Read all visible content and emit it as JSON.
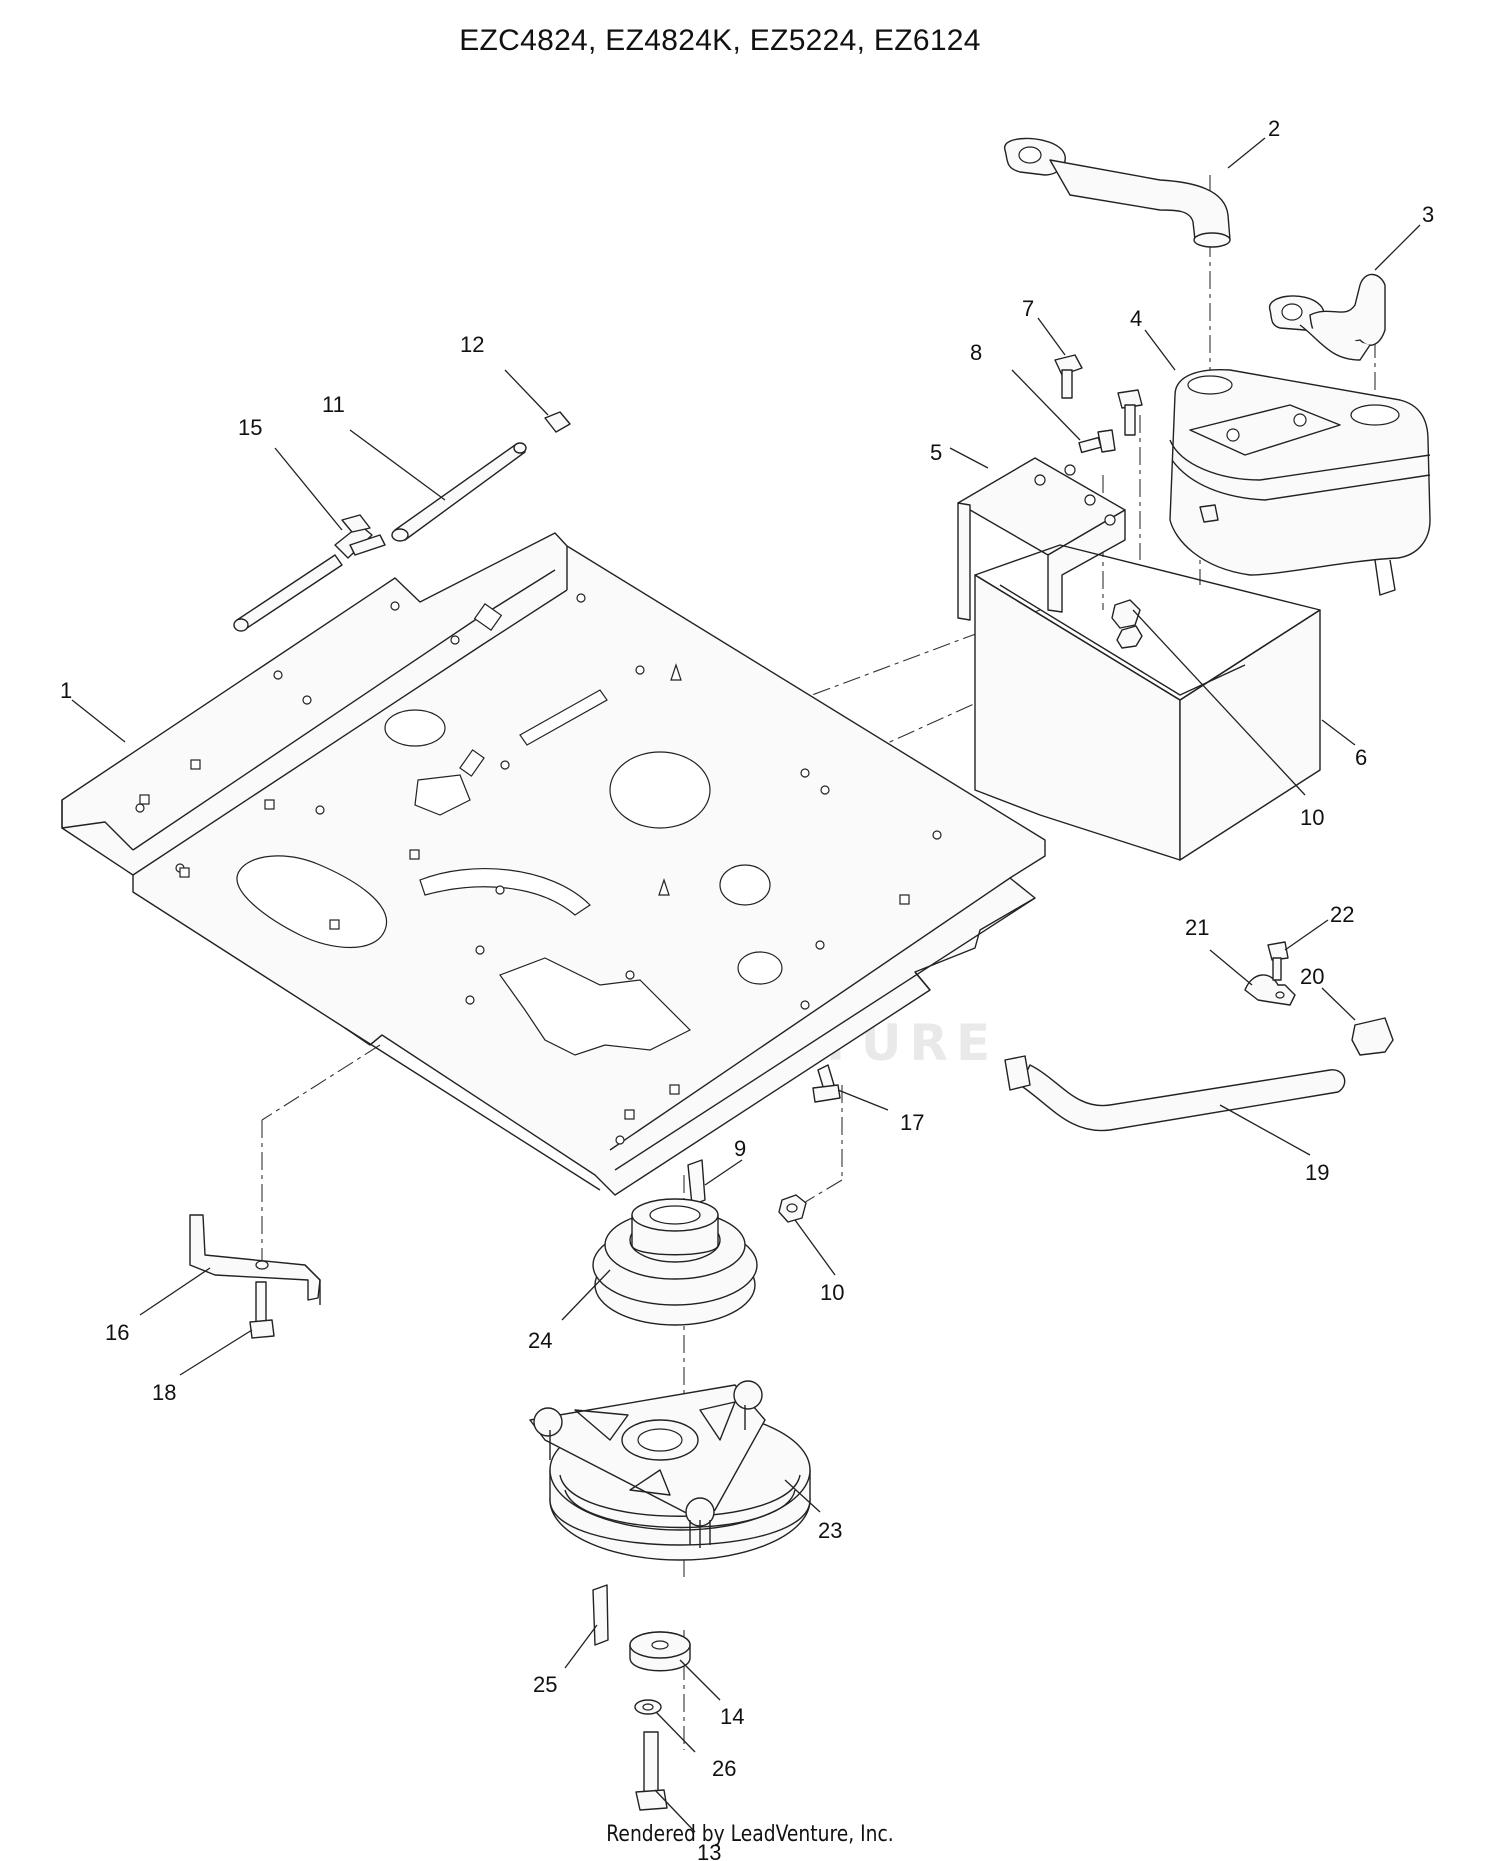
{
  "title": "EZC4824, EZ4824K, EZ5224, EZ6124",
  "footer": "Rendered by LeadVenture, Inc.",
  "watermark": {
    "text": "LEADVENTURE",
    "color": "#e9e9e9"
  },
  "callouts": {
    "c1": "1",
    "c2": "2",
    "c3": "3",
    "c4": "4",
    "c5": "5",
    "c6": "6",
    "c7": "7",
    "c8": "8",
    "c9": "9",
    "c10a": "10",
    "c10b": "10",
    "c11": "11",
    "c12": "12",
    "c13": "13",
    "c14": "14",
    "c15": "15",
    "c16": "16",
    "c17": "17",
    "c18": "18",
    "c19": "19",
    "c20": "20",
    "c21": "21",
    "c22": "22",
    "c23": "23",
    "c24": "24",
    "c25": "25",
    "c26": "26"
  }
}
